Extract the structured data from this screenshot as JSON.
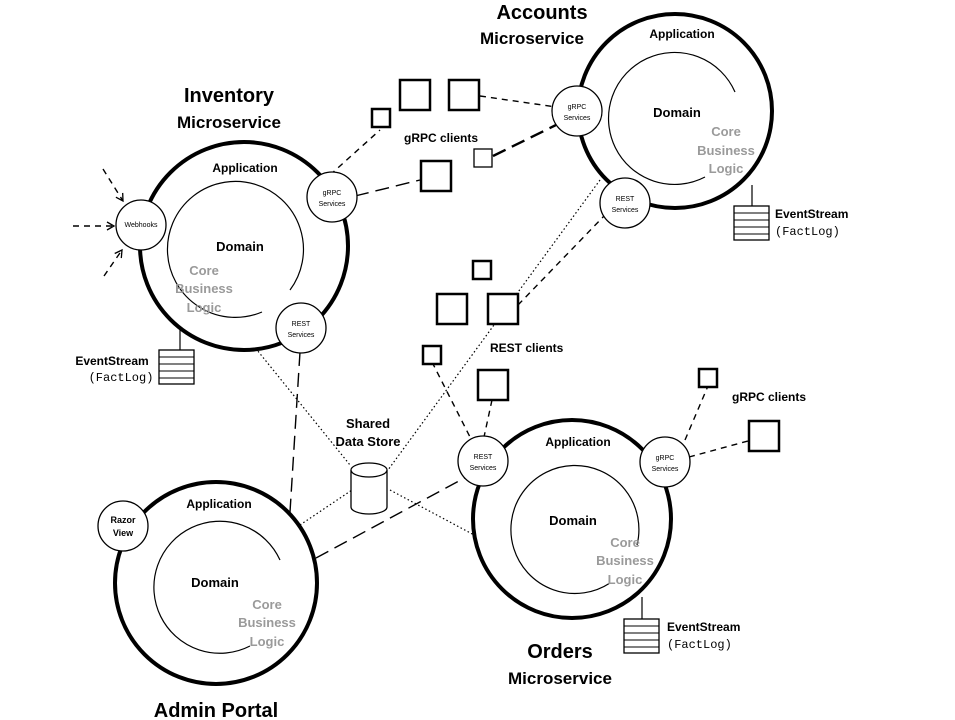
{
  "inventory": {
    "title_line1": "Inventory",
    "title_line2": "Microservice",
    "application": "Application",
    "domain": "Domain",
    "core1": "Core",
    "core2": "Business",
    "core3": "Logic",
    "webhooks": "Webhooks",
    "grpc1": "gRPC",
    "grpc2": "Services",
    "rest1": "REST",
    "rest2": "Services",
    "eventstream": "EventStream",
    "factlog": "(FactLog)"
  },
  "accounts": {
    "title_line1": "Accounts",
    "title_line2": "Microservice",
    "application": "Application",
    "domain": "Domain",
    "core1": "Core",
    "core2": "Business",
    "core3": "Logic",
    "grpc1": "gRPC",
    "grpc2": "Services",
    "rest1": "REST",
    "rest2": "Services",
    "eventstream": "EventStream",
    "factlog": "(FactLog)"
  },
  "orders": {
    "title_line1": "Orders",
    "title_line2": "Microservice",
    "application": "Application",
    "domain": "Domain",
    "core1": "Core",
    "core2": "Business",
    "core3": "Logic",
    "rest1": "REST",
    "rest2": "Services",
    "grpc1": "gRPC",
    "grpc2": "Services",
    "eventstream": "EventStream",
    "factlog": "(FactLog)"
  },
  "admin": {
    "title": "Admin Portal",
    "application": "Application",
    "domain": "Domain",
    "core1": "Core",
    "core2": "Business",
    "core3": "Logic",
    "razor1": "Razor",
    "razor2": "View"
  },
  "shared_store": {
    "line1": "Shared",
    "line2": "Data Store"
  },
  "labels": {
    "grpc_clients_top": "gRPC clients",
    "rest_clients": "REST clients",
    "grpc_clients_right": "gRPC clients"
  },
  "colors": {
    "stroke": "#000000",
    "core_text": "#9a9a9a",
    "background": "#ffffff"
  }
}
